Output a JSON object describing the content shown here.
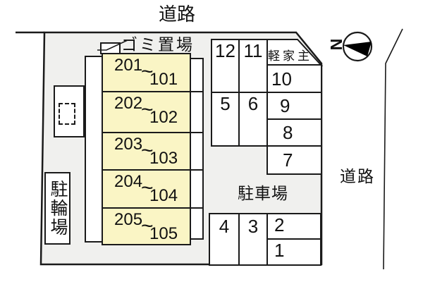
{
  "labels": {
    "road_top": "道路",
    "road_right": "道路",
    "garbage": "ゴミ置場",
    "parking_lot": "駐車場",
    "bicycle_parking": "駐輪場",
    "north": "N"
  },
  "building": {
    "tilde": "~",
    "rooms": [
      {
        "upper": "201",
        "lower": "101"
      },
      {
        "upper": "202",
        "lower": "102"
      },
      {
        "upper": "203",
        "lower": "103"
      },
      {
        "upper": "204",
        "lower": "104"
      },
      {
        "upper": "205",
        "lower": "105"
      }
    ]
  },
  "parking": {
    "spaces": {
      "p12": "12",
      "p11": "11",
      "p5": "5",
      "p6": "6",
      "kei": "軽家主",
      "p10": "10",
      "p9": "9",
      "p8": "8",
      "p7": "7",
      "p4": "4",
      "p3": "3",
      "p2": "2",
      "p1": "1"
    }
  },
  "colors": {
    "room_fill": "#FAF5C5",
    "plot_fill": "#F0F0EE",
    "line": "#1A1A1A",
    "north_needle": "#000000"
  }
}
